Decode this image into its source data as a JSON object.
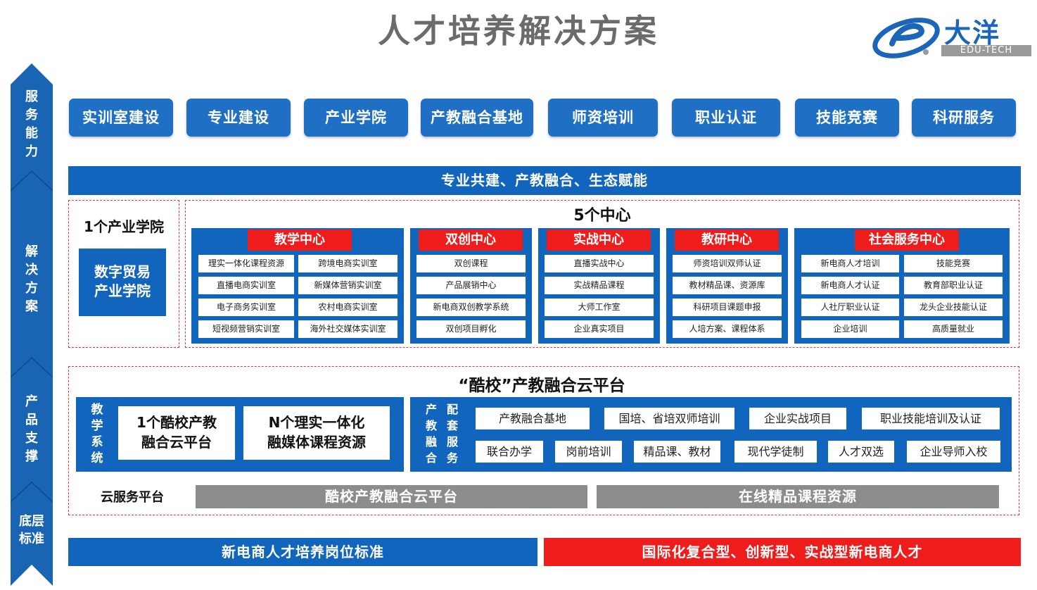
{
  "page": {
    "title": "人才培养解决方案"
  },
  "logo": {
    "cn": "大洋",
    "en": "EDU-TECH"
  },
  "sidebar": {
    "segments": [
      "服务能力",
      "解决方案",
      "产品支撑",
      "底层标准"
    ]
  },
  "services": [
    "实训室建设",
    "专业建设",
    "产业学院",
    "产教融合基地",
    "师资培训",
    "职业认证",
    "技能竞赛",
    "科研服务"
  ],
  "banner": "专业共建、产教融合、生态赋能",
  "industry_college": {
    "heading": "1个产业学院",
    "name_line1": "数字贸易",
    "name_line2": "产业学院"
  },
  "centers": {
    "heading": "5个中心",
    "list": [
      {
        "name": "教学中心",
        "items": [
          "理实一体化课程资源",
          "跨境电商实训室",
          "直播电商实训室",
          "新媒体营销实训室",
          "电子商务实训室",
          "农村电商实训室",
          "短视频营销实训室",
          "海外社交媒体实训室"
        ]
      },
      {
        "name": "双创中心",
        "items": [
          "双创课程",
          "产品展销中心",
          "新电商双创教学系统",
          "双创项目孵化"
        ]
      },
      {
        "name": "实战中心",
        "items": [
          "直播实战中心",
          "实战精品课程",
          "大师工作室",
          "企业真实项目"
        ]
      },
      {
        "name": "教研中心",
        "items": [
          "师资培训双师认证",
          "教材精品课、资源库",
          "科研项目课题申报",
          "人培方案、课程体系"
        ]
      },
      {
        "name": "社会服务中心",
        "items": [
          "新电商人才培训",
          "技能竞赛",
          "新电商人才认证",
          "教育部职业认证",
          "人社厅职业认证",
          "龙头企业技能认证",
          "企业培训",
          "高质量就业"
        ]
      }
    ]
  },
  "platform": {
    "heading": "“酷校”产教融合云平台",
    "teaching_label": "教学系统",
    "teaching_box1_line1": "1个酷校产教",
    "teaching_box1_line2": "融合云平台",
    "teaching_box2_line1": "N个理实一体化",
    "teaching_box2_line2": "融媒体课程资源",
    "support_label_col1": "产教融合",
    "support_label_col2": "配套服务",
    "support_row1": [
      "产教融合基地",
      "国培、省培双师培训",
      "企业实战项目",
      "职业技能培训及认证"
    ],
    "support_row2": [
      "联合办学",
      "岗前培训",
      "精品课、教材",
      "现代学徒制",
      "人才双选",
      "企业导师入校"
    ],
    "cloud_label": "云服务平台",
    "cloud_bar1": "酷校产教融合云平台",
    "cloud_bar2": "在线精品课程资源"
  },
  "bottom": {
    "left": "新电商人才培养岗位标准",
    "right": "国际化复合型、创新型、实战型新电商人才"
  },
  "colors": {
    "primary_blue": "#1265bd",
    "accent_red": "#ef1c1c",
    "gray": "#8c8c8c",
    "title_gray": "#6b6b6b"
  }
}
